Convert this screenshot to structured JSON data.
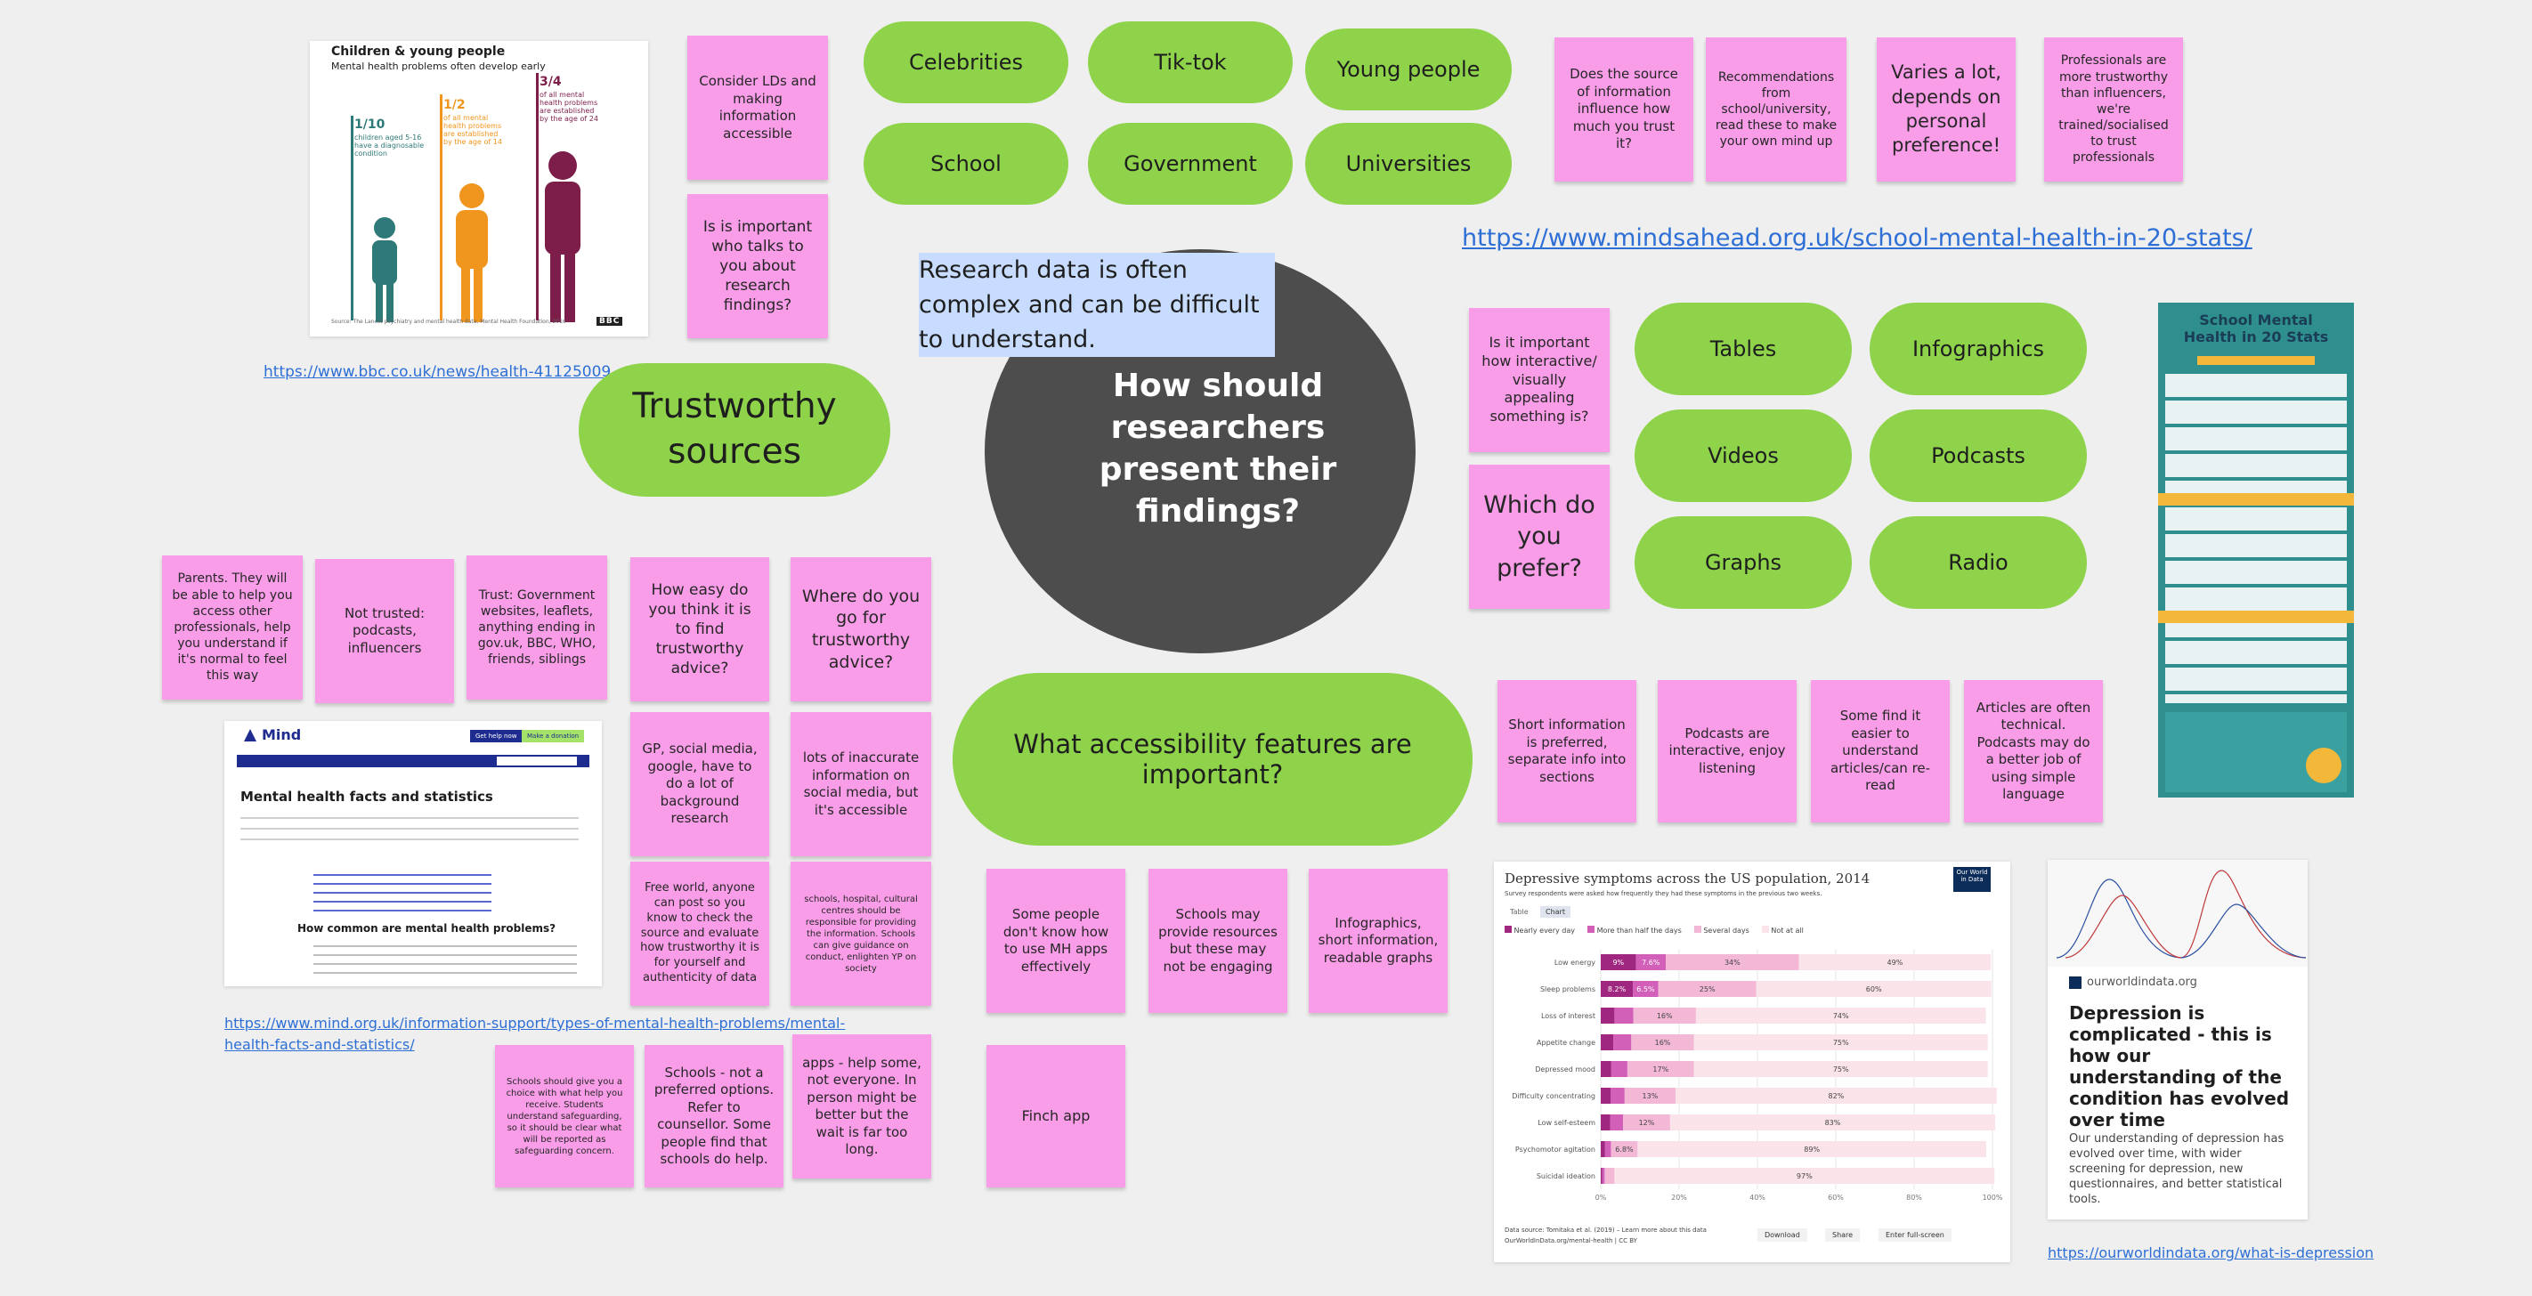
{
  "center": {
    "question": "How should researchers present their findings?",
    "highlight_text": "Research data is often complex and can be difficult to understand."
  },
  "pills": {
    "sources": [
      "Celebrities",
      "Tik-tok",
      "Young people",
      "School",
      "Government",
      "Universities"
    ],
    "formats": [
      "Tables",
      "Infographics",
      "Videos",
      "Podcasts",
      "Graphs",
      "Radio"
    ],
    "trustworthy": "Trustworthy sources",
    "accessibility": "What accessibility features are important?"
  },
  "notes": {
    "consider_lds": "Consider LDs and making information accessible",
    "who_talks": "Is is important who talks to you about research findings?",
    "source_influence": "Does the source of information influence how much you trust it?",
    "recommendations": "Recommendations from school/university, read these to make your own mind up",
    "varies": "Varies a lot, depends on personal preference!",
    "professionals": "Professionals are more trustworthy than influencers, we're trained/socialised to trust professionals",
    "interactive": "Is it important how interactive/ visually appealing something is?",
    "which_prefer": "Which do you prefer?",
    "parents": "Parents. They will be able to help you access other professionals, help you understand if it's normal to feel this way",
    "not_trusted": "Not trusted: podcasts, influencers",
    "trust_gov": "Trust: Government websites, leaflets, anything ending in gov.uk, BBC, WHO, friends, siblings",
    "how_easy": "How easy do you think it is to find trustworthy advice?",
    "where_go": "Where do you go for trustworthy advice?",
    "gp_social": "GP, social media, google, have to do a lot of background research",
    "inaccurate": "lots of inaccurate information on social media, but it's accessible",
    "free_world": "Free world, anyone can post so you know to check the source and evaluate how trustworthy it is for yourself and authenticity of data",
    "schools_hospital": "schools, hospital, cultural centres should be responsible for providing the information. Schools can give guidance on conduct, enlighten YP on society",
    "short_info": "Short information is preferred, separate info into sections",
    "podcasts_interactive": "Podcasts are interactive, enjoy listening",
    "some_find": "Some find it easier to understand articles/can re-read",
    "articles_technical": "Articles are often technical. Podcasts may do a better job of using simple language",
    "mh_apps": "Some people don't know how to use MH apps effectively",
    "schools_resources": "Schools may provide resources but these may not be engaging",
    "infographics_short": "Infographics, short information, readable graphs",
    "schools_choice": "Schools should give you a choice with what help you receive. Students understand safeguarding, so it should be clear what will be reported as safeguarding concern.",
    "schools_not": "Schools - not a preferred options. Refer to counsellor. Some people find that schools do help.",
    "apps_help": "apps - help some, not everyone. In person might be better but the wait is far too long.",
    "finch": "Finch app"
  },
  "links": {
    "bbc": "https://www.bbc.co.uk/news/health-41125009",
    "mindsahead": "https://www.mindsahead.org.uk/school-mental-health-in-20-stats/",
    "mind": "https://www.mind.org.uk/information-support/types-of-mental-health-problems/mental-health-facts-and-statistics/",
    "owid": "https://ourworldindata.org/what-is-depression"
  },
  "bbc_card": {
    "title": "Children & young people",
    "subtitle": "Mental health problems often develop early",
    "stats": [
      {
        "value": "1/10",
        "text": "children aged 5-16 have a diagnosable condition",
        "color": "#2e7a78"
      },
      {
        "value": "1/2",
        "text": "of all mental health problems are established by the age of 14",
        "color": "#f0951d"
      },
      {
        "value": "3/4",
        "text": "of all mental health problems are established by the age of 24",
        "color": "#7d1d4a"
      }
    ],
    "source": "Source: The Lancet psychiatry and mental health data, Mental Health Foundation, 2016",
    "logo": "BBC"
  },
  "mind_card": {
    "brand": "Mind",
    "heading": "Mental health facts and statistics",
    "subheading": "How common are mental health problems?",
    "btn1": "Get help now",
    "btn2": "Make a donation"
  },
  "stats_card": {
    "title": "School Mental Health in 20 Stats"
  },
  "owid_chart": {
    "logo": "Our World in Data",
    "tabs": [
      "Table",
      "Chart"
    ],
    "buttons": [
      "Download",
      "Share",
      "Enter full-screen"
    ],
    "source": "Data source: Tomitaka et al. (2019) – Learn more about this data",
    "source2": "OurWorldInData.org/mental-health | CC BY",
    "subtitle": "Survey respondents were asked how frequently they had these symptoms in the previous two weeks."
  },
  "chart_data": {
    "type": "bar",
    "title": "Depressive symptoms across the US population, 2014",
    "stacked": true,
    "horizontal": true,
    "categories": [
      "Low energy",
      "Sleep problems",
      "Loss of interest",
      "Appetite change",
      "Depressed mood",
      "Difficulty concentrating",
      "Low self-esteem",
      "Psychomotor agitation",
      "Suicidal ideation"
    ],
    "series": [
      {
        "name": "Nearly every day",
        "color": "#a0277f",
        "values": [
          9,
          8.2,
          3.5,
          3.2,
          2.7,
          2.5,
          2.4,
          1.1,
          0.4
        ]
      },
      {
        "name": "More than half the days",
        "color": "#d25fb8",
        "values": [
          7.6,
          6.5,
          4.8,
          4.6,
          4.1,
          3.6,
          3.3,
          1.5,
          0.6
        ]
      },
      {
        "name": "Several days",
        "color": "#f2b8d6",
        "values": [
          34,
          25,
          16,
          16,
          17,
          13,
          12,
          6.8,
          2.5
        ]
      },
      {
        "name": "Not at all",
        "color": "#fbe3ea",
        "values": [
          49,
          60,
          74,
          75,
          75,
          82,
          83,
          89,
          97
        ]
      }
    ],
    "data_labels": [
      [
        "9%",
        "7.6%",
        "34%",
        "49%"
      ],
      [
        "8.2%",
        "6.5%",
        "25%",
        "60%"
      ],
      [
        "",
        "",
        "16%",
        "74%"
      ],
      [
        "",
        "",
        "16%",
        "75%"
      ],
      [
        "",
        "",
        "17%",
        "75%"
      ],
      [
        "",
        "",
        "13%",
        "82%"
      ],
      [
        "",
        "",
        "12%",
        "83%"
      ],
      [
        "",
        "",
        "6.8%",
        "89%"
      ],
      [
        "",
        "",
        "",
        "97%"
      ]
    ],
    "xlim": [
      0,
      100
    ],
    "xticks": [
      "0%",
      "20%",
      "40%",
      "60%",
      "80%",
      "100%"
    ],
    "legend_position": "top"
  },
  "owid_card": {
    "site": "ourworldindata.org",
    "headline": "Depression is complicated - this is how our understanding of the condition has evolved over time",
    "desc": "Our understanding of depression has evolved over time, with wider screening for depression, new questionnaires, and better statistical tools."
  }
}
